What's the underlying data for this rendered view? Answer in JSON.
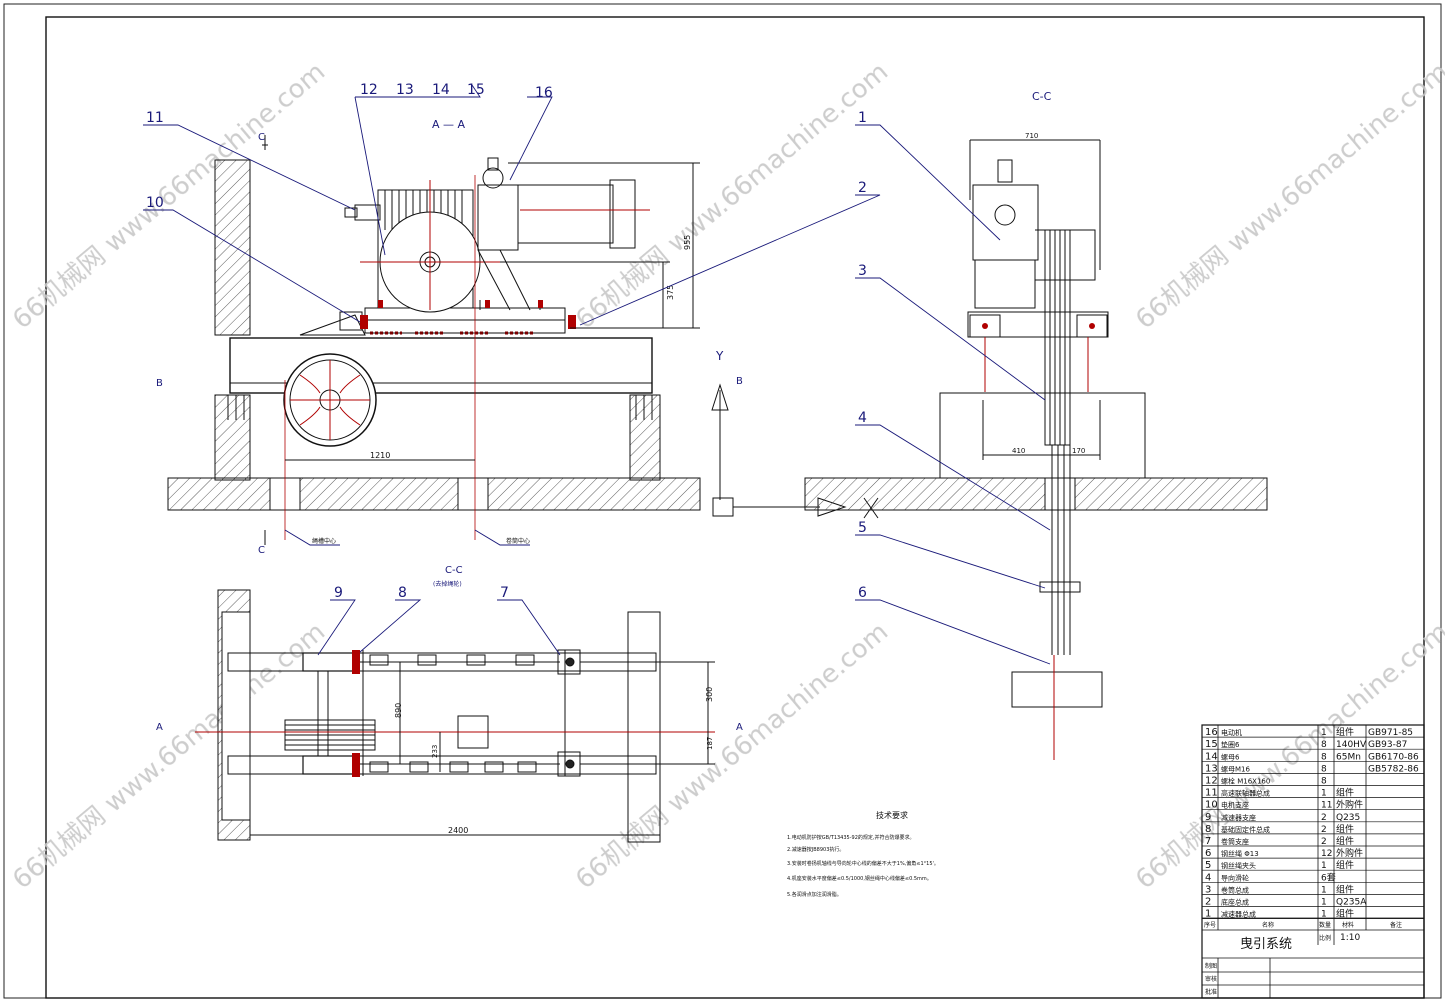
{
  "views": {
    "section_aa": "A — A",
    "section_cc_right": "C-C",
    "section_cc_bottom": "C-C",
    "section_cc_bottom_note": "(去掉绳轮)"
  },
  "markers": {
    "c_top": "C",
    "c_bottom": "C",
    "b_left": "B",
    "b_right": "B",
    "a_bottom": "A",
    "a_right": "A",
    "axis_y": "Y",
    "axis_x": "X"
  },
  "balloons": [
    "1",
    "2",
    "3",
    "4",
    "5",
    "6",
    "7",
    "8",
    "9",
    "10",
    "11",
    "12",
    "13",
    "14",
    "15",
    "16"
  ],
  "dimensions": {
    "d_955": "955",
    "d_375": "375",
    "d_1210": "1210",
    "d_710": "710",
    "d_410": "410",
    "d_170": "170",
    "d_890": "890",
    "d_300": "300",
    "d_233": "233",
    "d_187": "187",
    "d_2400": "2400"
  },
  "leader_notes": {
    "rope_center": "绳槽中心",
    "drum_center": "卷筒中心"
  },
  "tech_requirements": {
    "title": "技术要求",
    "items": [
      "1.电动机防护按GB/T13435-92的规定,并符合防爆要求。",
      "2.减速器按JB8903执行。",
      "3.安装时卷扬机轴线与导向轮中心线的偏差不大于1%,偏角≤1°15'。",
      "4.机座安装水平度偏差≤0.5/1000,钢丝绳中心线偏差≤0.5mm。",
      "5.各润滑点加注润滑脂。"
    ]
  },
  "bom": {
    "rows": [
      {
        "no": "16",
        "name": "电动机",
        "qty": "1",
        "mat": "组件",
        "std": "GB971-85"
      },
      {
        "no": "15",
        "name": "垫圈6",
        "qty": "8",
        "mat": "140HV",
        "std": "GB93-87"
      },
      {
        "no": "14",
        "name": "螺母6",
        "qty": "8",
        "mat": "65Mn",
        "std": "GB6170-86"
      },
      {
        "no": "13",
        "name": "螺母M16",
        "qty": "8",
        "mat": "",
        "std": "GB5782-86"
      },
      {
        "no": "12",
        "name": "螺栓 M16X160",
        "qty": "8",
        "mat": "",
        "std": ""
      },
      {
        "no": "11",
        "name": "高速联轴器总成",
        "qty": "1",
        "mat": "组件",
        "std": ""
      },
      {
        "no": "10",
        "name": "电机支座",
        "qty": "11",
        "mat": "外购件",
        "std": ""
      },
      {
        "no": "9",
        "name": "减速器支座",
        "qty": "2",
        "mat": "Q235",
        "std": ""
      },
      {
        "no": "8",
        "name": "基础固定件总成",
        "qty": "2",
        "mat": "组件",
        "std": ""
      },
      {
        "no": "7",
        "name": "卷筒支座",
        "qty": "2",
        "mat": "组件",
        "std": ""
      },
      {
        "no": "6",
        "name": "钢丝绳 Φ13",
        "qty": "12",
        "mat": "外购件",
        "std": ""
      },
      {
        "no": "5",
        "name": "钢丝绳夹头",
        "qty": "1",
        "mat": "组件",
        "std": ""
      },
      {
        "no": "4",
        "name": "导向滑轮",
        "qty": "6套",
        "mat": "",
        "std": ""
      },
      {
        "no": "3",
        "name": "卷筒总成",
        "qty": "1",
        "mat": "组件",
        "std": ""
      },
      {
        "no": "2",
        "name": "底座总成",
        "qty": "1",
        "mat": "Q235A",
        "std": ""
      },
      {
        "no": "1",
        "name": "减速器总成",
        "qty": "1",
        "mat": "组件",
        "std": ""
      }
    ],
    "header": {
      "no": "序号",
      "name": "名称",
      "qty": "数量",
      "mat": "材料",
      "std": "备注"
    },
    "title": "曳引系统",
    "scale_label": "比例",
    "scale": "1:10",
    "sign_rows": [
      "制图",
      "审核",
      "批准"
    ]
  },
  "watermark": "66机械网 www.66machine.com"
}
